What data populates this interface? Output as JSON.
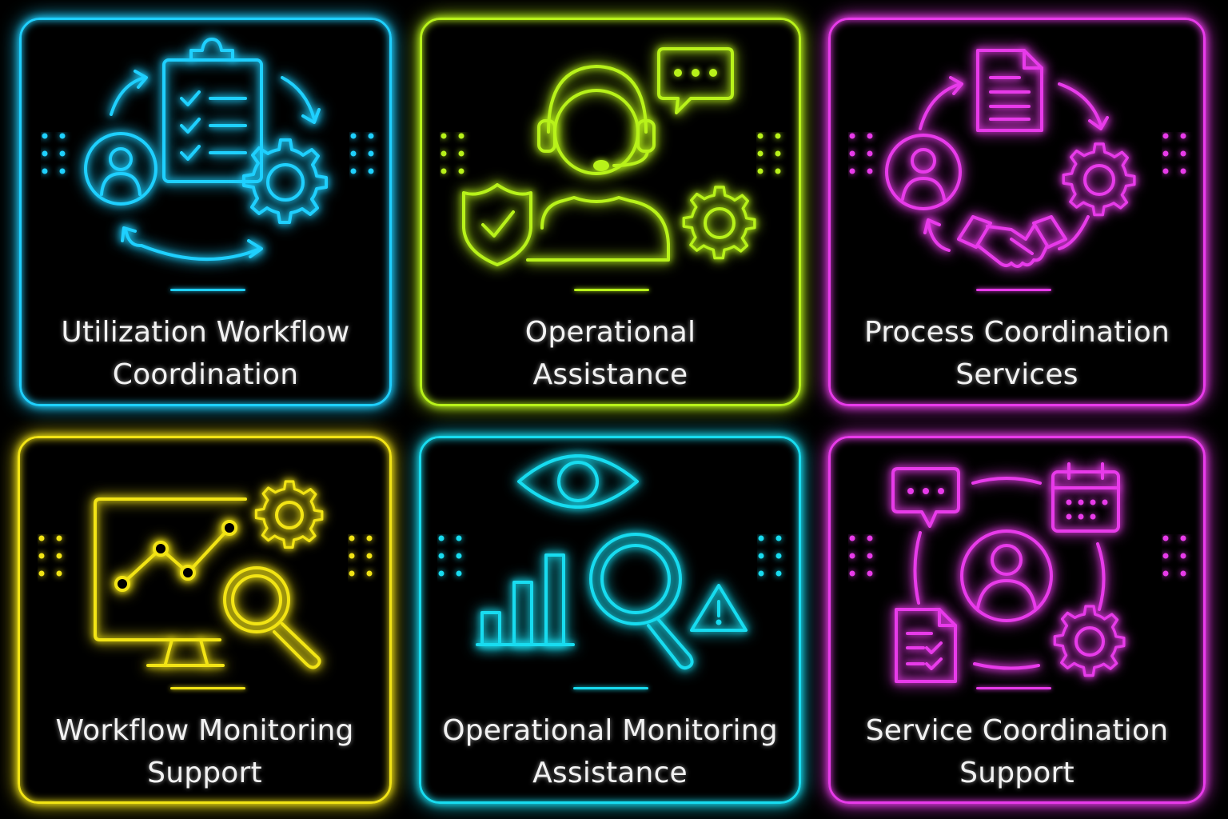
{
  "cards": [
    {
      "title_line1": "Utilization Workflow",
      "title_line2": "Coordination",
      "color": "#1fd0ff"
    },
    {
      "title_line1": "Operational",
      "title_line2": "Assistance",
      "color": "#b8f21a"
    },
    {
      "title_line1": "Process Coordination",
      "title_line2": "Services",
      "color": "#e83bea"
    },
    {
      "title_line1": "Workflow Monitoring",
      "title_line2": "Support",
      "color": "#f2e415"
    },
    {
      "title_line1": "Operational Monitoring",
      "title_line2": "Assistance",
      "color": "#18dcf0"
    },
    {
      "title_line1": "Service Coordination",
      "title_line2": "Support",
      "color": "#e83bea"
    }
  ]
}
